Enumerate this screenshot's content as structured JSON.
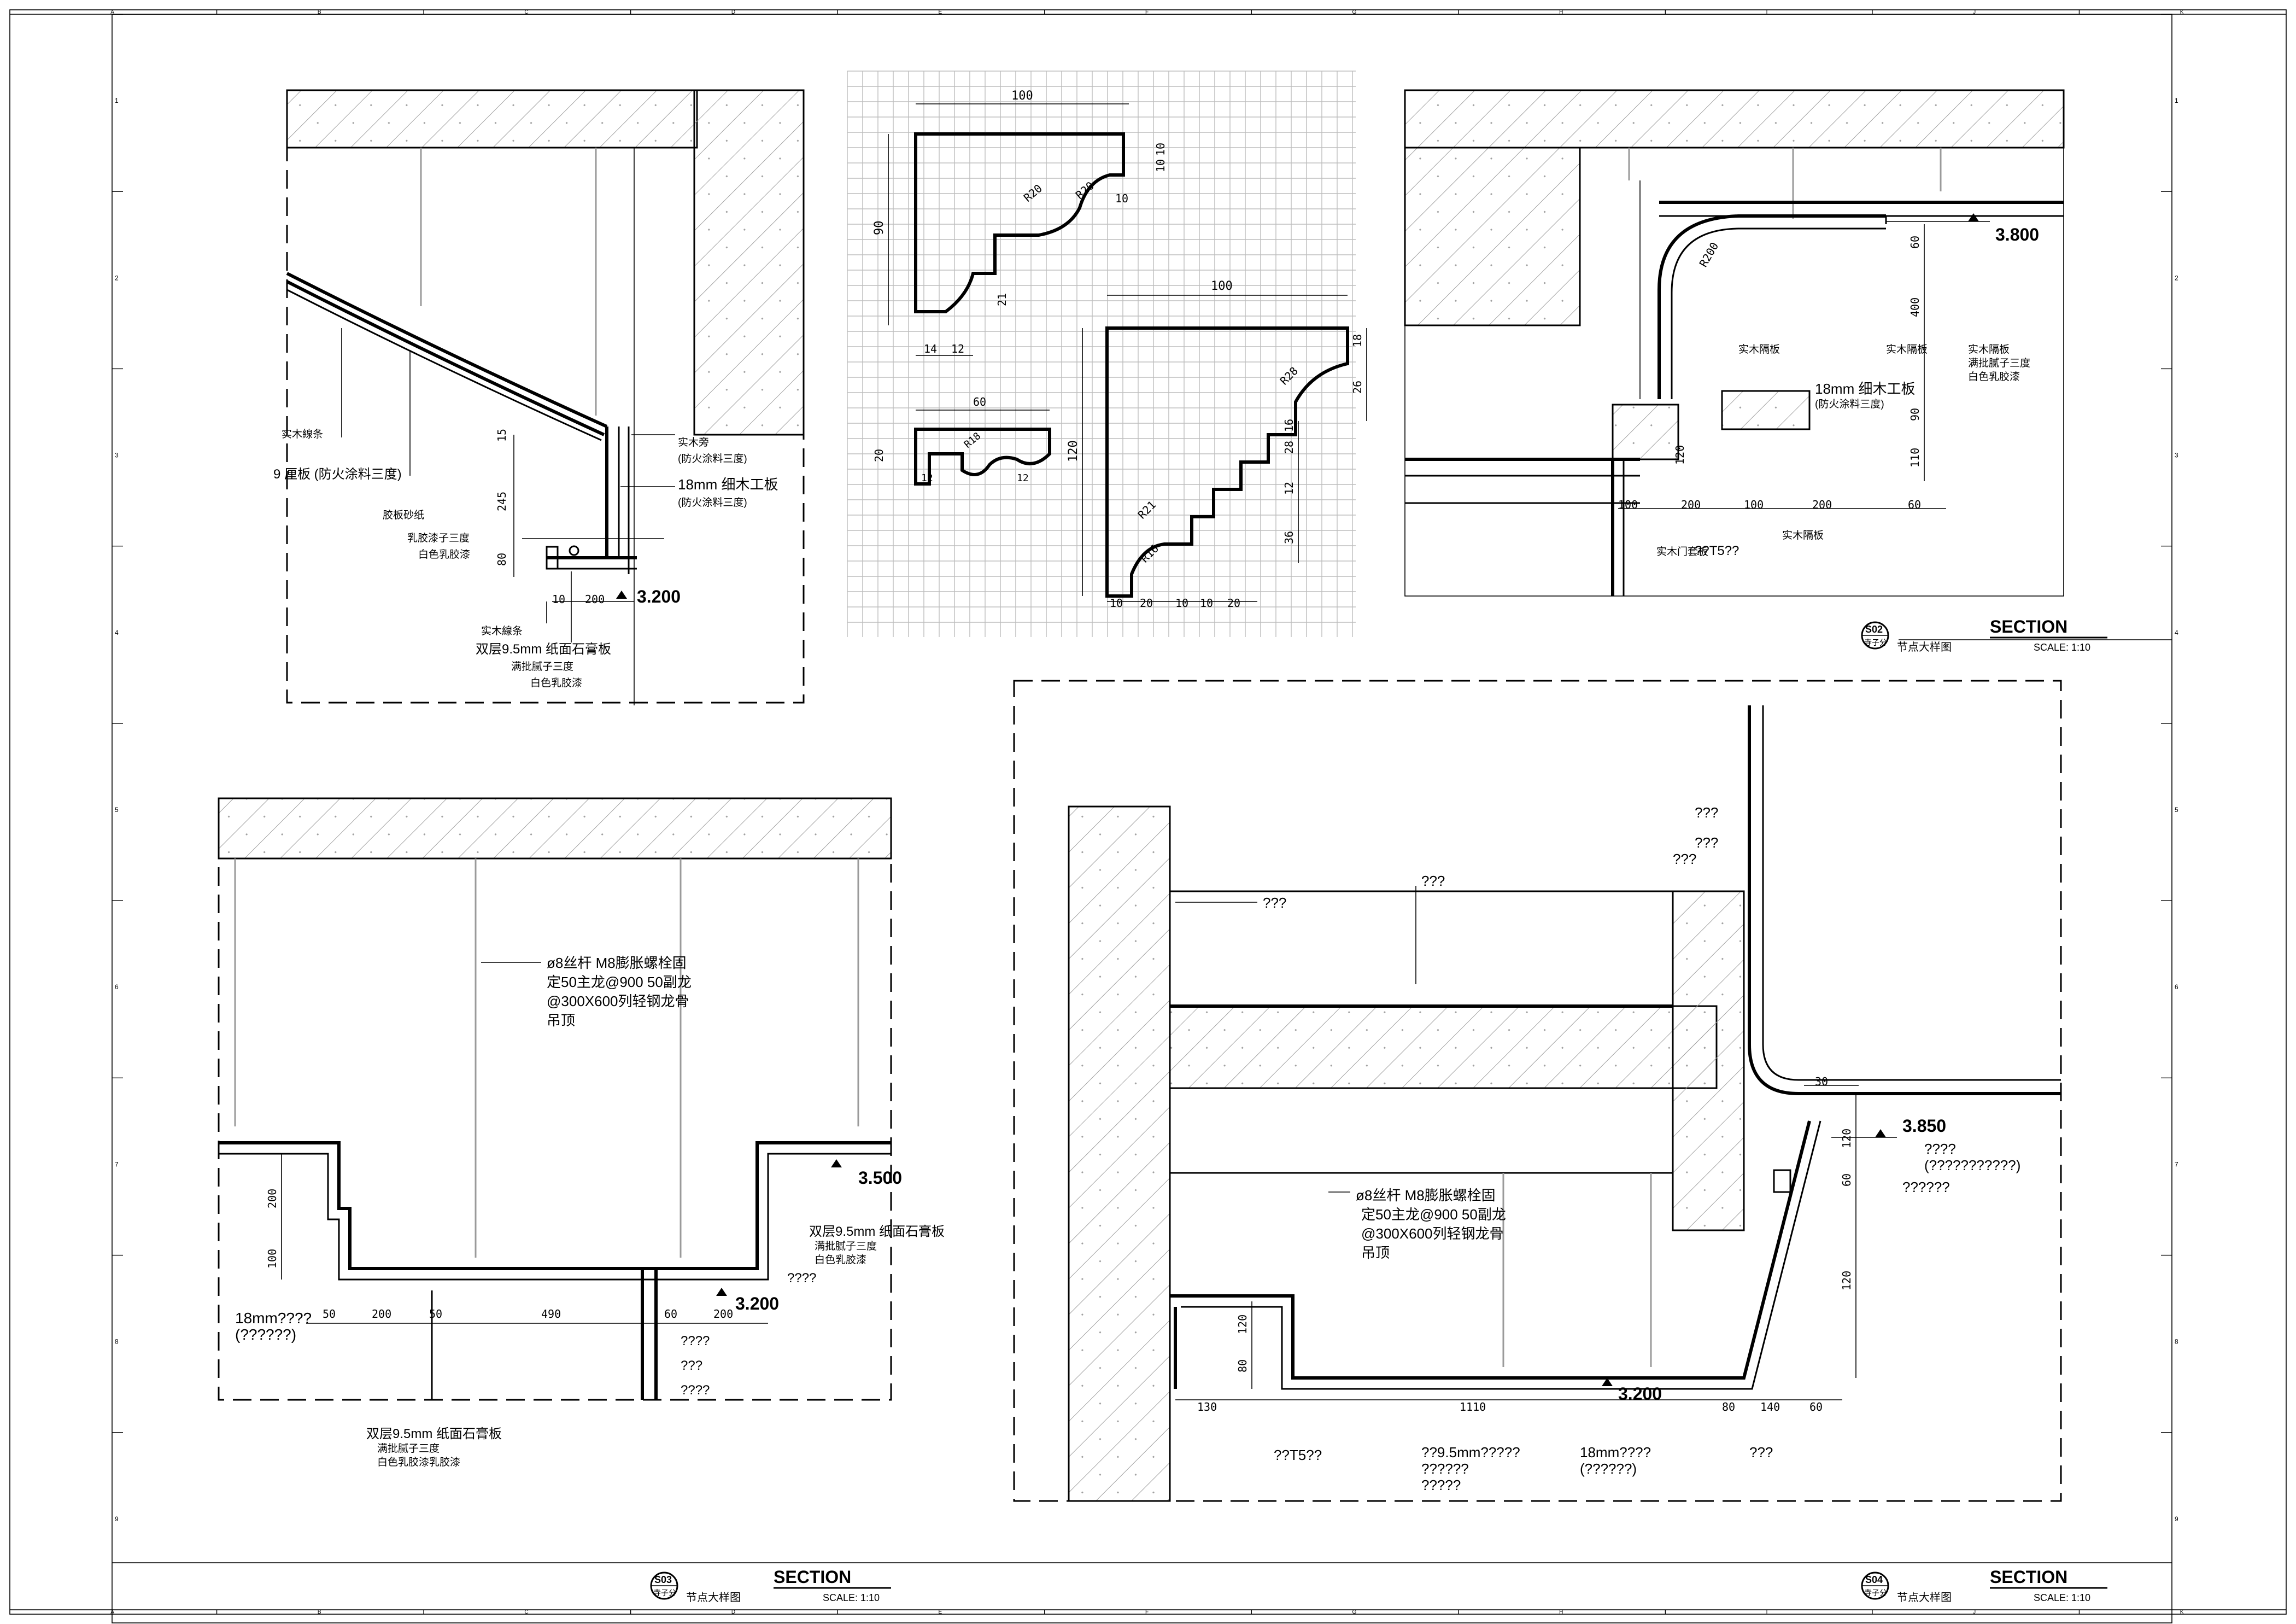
{
  "grid_letters": [
    "A",
    "B",
    "C",
    "D",
    "E",
    "F",
    "G",
    "H",
    "I",
    "J",
    "K"
  ],
  "grid_numbers": [
    "1",
    "2",
    "3",
    "4",
    "5",
    "6",
    "7",
    "8",
    "9"
  ],
  "title_blocks": [
    {
      "tag": "S02",
      "sub": "寺子分",
      "title": "SECTION",
      "name": "节点大样图",
      "scale": "SCALE: 1:10"
    },
    {
      "tag": "S03",
      "sub": "寺子分",
      "title": "SECTION",
      "name": "节点大样图",
      "scale": "SCALE: 1:10"
    },
    {
      "tag": "S04",
      "sub": "寺子分",
      "title": "SECTION",
      "name": "节点大样图",
      "scale": "SCALE: 1:10"
    }
  ],
  "detail1": {
    "labels": [
      "实木線条",
      "9 厘板 (防火涂料三度)",
      "胶板砂纸",
      "乳胶漆子三度",
      "白色乳胶漆",
      "实木旁",
      "(防火涂料三度)",
      "18mm 细木工板",
      "(防火涂料三度)",
      "实木線条",
      "双层9.5mm 纸面石膏板",
      "满批腻子三度",
      "白色乳胶漆"
    ],
    "dims": [
      "15",
      "245",
      "80",
      "10",
      "200"
    ],
    "level": "3.200"
  },
  "profiles": {
    "a_dims": [
      "100",
      "10",
      "10",
      "10",
      "90",
      "21",
      "14",
      "12"
    ],
    "a_radii": [
      "R20",
      "R20"
    ],
    "b_dims": [
      "60",
      "20",
      "12",
      "R18",
      "12"
    ],
    "c_dims": [
      "100",
      "18",
      "26",
      "16",
      "28",
      "12",
      "36",
      "120",
      "10",
      "20",
      "10",
      "10",
      "20"
    ],
    "c_radii": [
      "R28",
      "R21",
      "R16"
    ]
  },
  "detail2": {
    "labels": [
      "实木隔板",
      "18mm 细木工板",
      "(防火涂料三度)",
      "实木隔板",
      "实木隔板",
      "满批腻子三度",
      "白色乳胶漆",
      "实木隔板",
      "??T5??",
      "实木门套板"
    ],
    "dims": [
      "R200",
      "60",
      "400",
      "90",
      "110",
      "120",
      "100",
      "200",
      "100",
      "200",
      "60"
    ],
    "level": "3.800"
  },
  "detail3": {
    "note": [
      "ø8丝杆 M8膨胀螺栓固",
      "定50主龙@900 50副龙",
      "@300X600列轻钢龙骨",
      "吊顶"
    ],
    "labels": [
      "双层9.5mm 纸面石膏板",
      "满批腻子三度",
      "白色乳胶漆",
      "????",
      "18mm????",
      "(??????)",
      "双层9.5mm 纸面石膏板",
      "满批腻子三度",
      "白色乳胶漆乳胶漆",
      "????",
      "???",
      "????"
    ],
    "dims": [
      "200",
      "100",
      "50",
      "200",
      "50",
      "490",
      "60",
      "200"
    ],
    "levels": [
      "3.500",
      "3.200"
    ]
  },
  "detail4": {
    "note": [
      "ø8丝杆 M8膨胀螺栓固",
      "定50主龙@900 50副龙",
      "@300X600列轻钢龙骨",
      "吊顶"
    ],
    "labels": [
      "???",
      "???",
      "???",
      "???",
      "???",
      "????",
      "(???????????)",
      "??????",
      "??T5??",
      "??9.5mm?????",
      "??????",
      "?????",
      "18mm????",
      "(??????)",
      "???"
    ],
    "dims": [
      "30",
      "120",
      "60",
      "120",
      "120",
      "80",
      "130",
      "1110",
      "80",
      "140",
      "60"
    ],
    "levels": [
      "3.850",
      "3.200"
    ]
  }
}
